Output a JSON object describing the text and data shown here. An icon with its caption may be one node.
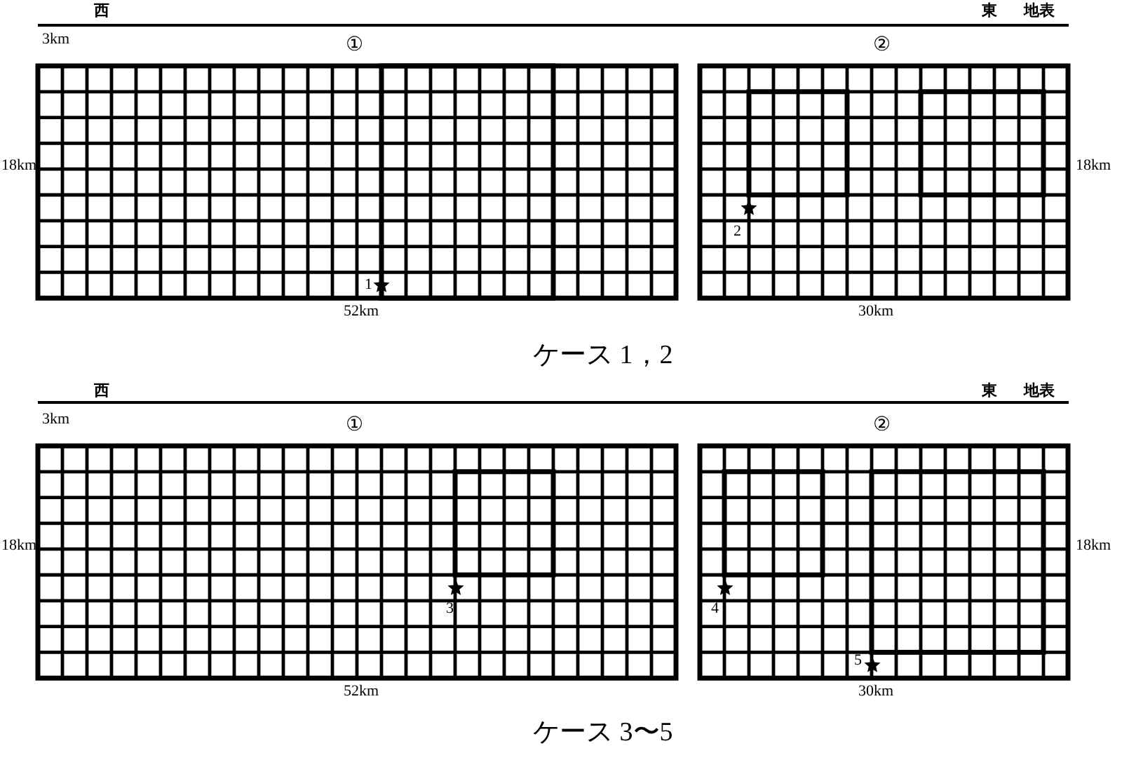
{
  "diagram": {
    "nodes": [
      {
        "text": [
          "①"
        ]
      },
      {
        "text": [
          "②"
        ]
      },
      {
        "text": [
          "①"
        ]
      },
      {
        "text": [
          "②"
        ]
      }
    ],
    "labels": [
      "西",
      "東",
      "地表",
      "3km",
      "18km",
      "18km",
      "1",
      "2",
      "52km",
      "30km",
      "ケース 1，2",
      "西",
      "東",
      "地表",
      "3km",
      "18km",
      "18km",
      "3",
      "4",
      "5",
      "52km",
      "30km",
      "ケース 3〜5"
    ]
  }
}
